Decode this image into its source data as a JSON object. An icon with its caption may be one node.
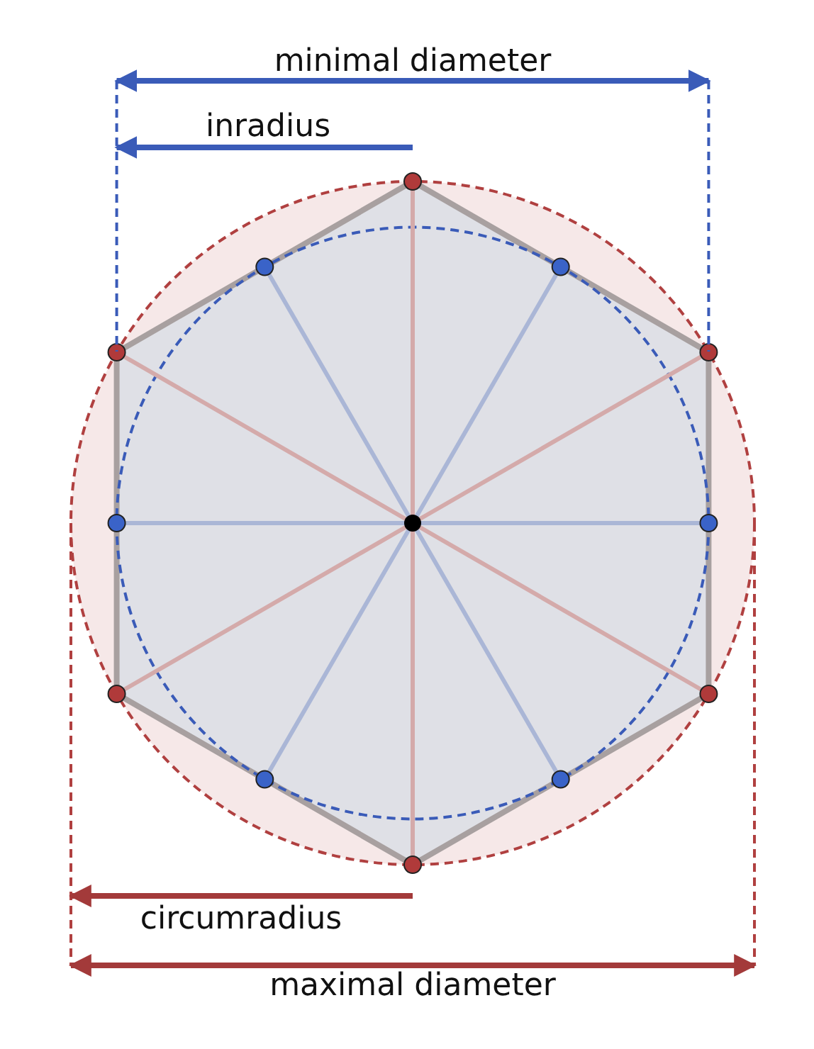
{
  "diagram": {
    "labels": [
      "minimal diameter",
      "inradius",
      "circumradius",
      "maximal diameter"
    ]
  }
}
